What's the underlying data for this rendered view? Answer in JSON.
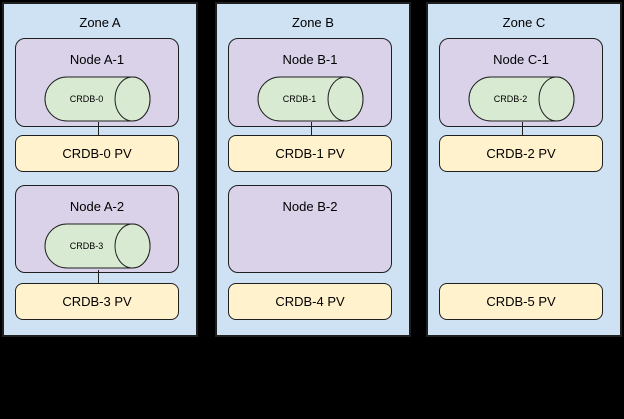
{
  "colors": {
    "background": "#000000",
    "zone_fill": "#cfe2f3",
    "node_fill": "#d9d2e9",
    "cylinder_fill": "#d9ead3",
    "pv_fill": "#fff2cc",
    "border": "#1f1f1f"
  },
  "zones": [
    {
      "label": "Zone A",
      "nodes": [
        {
          "label": "Node A-1",
          "cylinder_label": "CRDB-0"
        },
        {
          "label": "Node A-2",
          "cylinder_label": "CRDB-3"
        }
      ],
      "pvs": [
        {
          "label": "CRDB-0 PV"
        },
        {
          "label": "CRDB-3 PV"
        }
      ]
    },
    {
      "label": "Zone B",
      "nodes": [
        {
          "label": "Node B-1",
          "cylinder_label": "CRDB-1"
        },
        {
          "label": "Node B-2",
          "cylinder_label": null
        }
      ],
      "pvs": [
        {
          "label": "CRDB-1 PV"
        },
        {
          "label": "CRDB-4 PV"
        }
      ]
    },
    {
      "label": "Zone C",
      "nodes": [
        {
          "label": "Node C-1",
          "cylinder_label": "CRDB-2"
        }
      ],
      "pvs": [
        {
          "label": "CRDB-2 PV"
        },
        {
          "label": "CRDB-5 PV"
        }
      ]
    }
  ]
}
